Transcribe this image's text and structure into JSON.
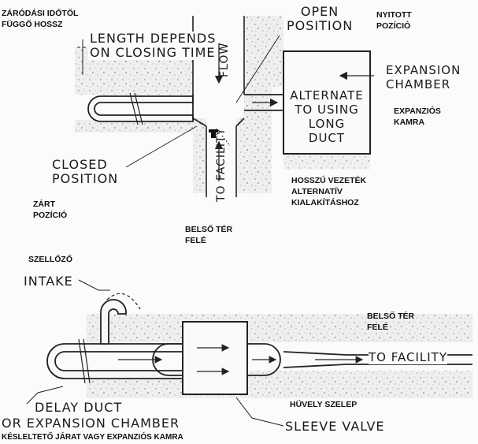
{
  "top_diagram": {
    "labels": {
      "hu_closing_time": [
        "ZÁRÓDÁSI IDŐTŐL",
        "FÜGGŐ HOSSZ"
      ],
      "length_depends": [
        "LENGTH DEPENDS",
        "ON CLOSING TIME"
      ],
      "open_position": [
        "OPEN",
        "POSITION"
      ],
      "hu_open": [
        "NYITOTT",
        "POZÍCIÓ"
      ],
      "flow": "FLOW",
      "expansion_chamber": [
        "EXPANSION",
        "CHAMBER"
      ],
      "hu_expansion": [
        "EXPANZIÓS",
        "KAMRA"
      ],
      "alternate": [
        "ALTERNATE",
        "TO USING",
        "LONG",
        "DUCT"
      ],
      "closed_position": [
        "CLOSED",
        "POSITION"
      ],
      "hu_closed": [
        "ZÁRT",
        "POZÍCIÓ"
      ],
      "to_facility": "TO FACILITY",
      "hu_long_duct": [
        "HOSSZÚ VEZETÉK",
        "ALTERNATÍV",
        "KIALAKÍTÁSHOZ"
      ],
      "hu_facility_inside": [
        "BELSŐ TÉR",
        "FELÉ"
      ]
    }
  },
  "bottom_diagram": {
    "labels": {
      "hu_vent": "SZELLŐZŐ",
      "intake": "INTAKE",
      "hu_facility_inside": [
        "BELSŐ TÉR",
        "FELÉ"
      ],
      "to_facility": "TO FACILITY",
      "delay_duct": "DELAY DUCT",
      "or_expansion": "OR EXPANSION CHAMBER",
      "hu_sleeve": "HÜVELY SZELEP",
      "sleeve_valve": "SLEEVE VALVE",
      "hu_delay": "KÉSLELTETŐ JÁRAT VAGY EXPANZIÓS KAMRA"
    }
  }
}
